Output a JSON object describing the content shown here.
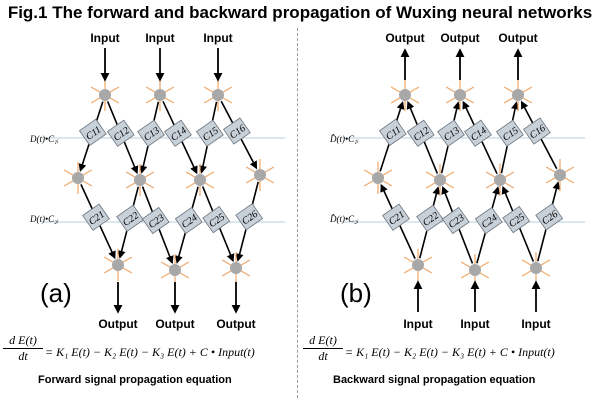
{
  "title": "Fig.1 The forward and backward propagation of Wuxing neural networks",
  "panel_a": {
    "label": "(a)",
    "input_label": "Input",
    "output_label": "Output",
    "side_label_1": "D(t)•C₁ᵢ",
    "side_label_2": "D(t)•C₂ᵢ",
    "c_labels": [
      "C11",
      "C12",
      "C13",
      "C14",
      "C15",
      "C16",
      "C21",
      "C22",
      "C23",
      "C24",
      "C25",
      "C26"
    ],
    "eq_lhs_num": "d E(t)",
    "eq_lhs_den": "dt",
    "eq_rhs": "= K₁ E(t) − K₂ E(t) − K₃ E(t) + C • Input(t)",
    "caption": "Forward signal propagation equation"
  },
  "panel_b": {
    "label": "(b)",
    "input_label": "Input",
    "output_label": "Output",
    "side_label_1": "D̂(t)•C₁ᵢ",
    "side_label_2": "D̂(t)•C₂ᵢ",
    "c_labels": [
      "C11",
      "C12",
      "C13",
      "C14",
      "C15",
      "C16",
      "C21",
      "C22",
      "C23",
      "C24",
      "C25",
      "C26"
    ],
    "eq_lhs_num": "d E(t)",
    "eq_lhs_den": "dt",
    "eq_rhs": "= K₁ E(t) − K₂ E(t) − K₃ E(t) + C • Input(t)",
    "caption": "Backward signal propagation equation"
  },
  "colors": {
    "node": "#a8a8a8",
    "spoke": "#f0a868",
    "box": "#c8d0d8",
    "guide": "#b8d0e0"
  }
}
